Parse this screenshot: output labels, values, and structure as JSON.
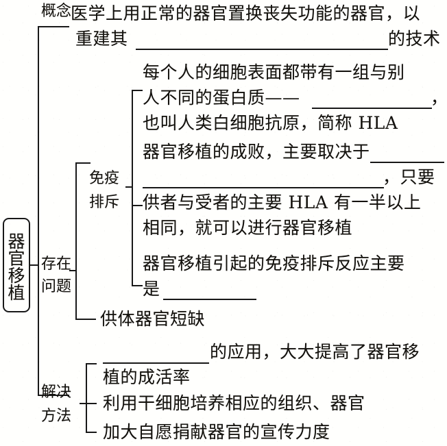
{
  "document": {
    "title": "器官移植 概念图",
    "root_node": "器官移植",
    "ink_color": "#1a1a1a",
    "paper_color": "#fdfdfb"
  },
  "branches": {
    "concept": {
      "label": "概念",
      "lines": [
        "医学上用正常的器官置换丧失功能的器官，以",
        "重建其"
      ],
      "line2_tail": "的技术"
    },
    "problems": {
      "label_line1": "存在",
      "label_line2": "问题",
      "immune": {
        "label_line1": "免疫",
        "label_line2": "排斥",
        "items": [
          {
            "lines": [
              "每个人的细胞表面都带有一组与别",
              "人不同的蛋白质——"
            ],
            "line2_tail": "，",
            "line3": "也叫人类白细胞抗原，简称 HLA"
          },
          {
            "line1": "器官移植的成败，主要取决于",
            "line2_tail": "，只要",
            "line3": "供者与受者的主要 HLA 有一半以上",
            "line4": "相同，就可以进行器官移植"
          },
          {
            "line1": "器官移植引起的免疫排斥反应主要",
            "line2": "是"
          }
        ]
      },
      "shortage": "供体器官短缺"
    },
    "solutions": {
      "label_line1": "解决",
      "label_line2": "方法",
      "items": [
        {
          "line1_tail": "的应用，大大提高了器官移",
          "line2": "植的成活率"
        },
        {
          "line1": "利用干细胞培养相应的组织、器官"
        },
        {
          "line1": "加大自愿捐献器官的宣传力度"
        }
      ]
    }
  }
}
